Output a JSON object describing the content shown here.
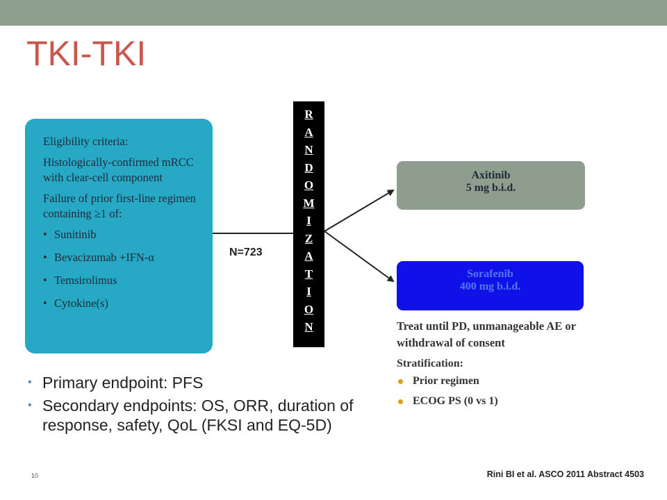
{
  "title": "TKI-TKI",
  "eligibility": {
    "heading": "Eligibility criteria:",
    "crit1": "Histologically-confirmed mRCC with clear-cell component",
    "crit2": "Failure of prior first-line regimen containing ≥1 of:",
    "items": [
      "Sunitinib",
      "Bevacizumab +IFN-α",
      "Temsirolimus",
      "Cytokine(s)"
    ]
  },
  "randomization": [
    "R",
    "A",
    "N",
    "D",
    "O",
    "M",
    "I",
    "Z",
    "A",
    "T",
    "I",
    "O",
    "N"
  ],
  "n_label": "N=723",
  "arms": [
    {
      "line1": "Axitinib",
      "line2": "5 mg b.i.d."
    },
    {
      "line1": "Sorafenib",
      "line2": "400 mg b.i.d."
    }
  ],
  "treat_text": "Treat until PD, unmanageable AE or withdrawal of consent",
  "stratification": {
    "heading": "Stratification:",
    "items": [
      "Prior regimen",
      "ECOG PS (0 vs 1)"
    ]
  },
  "endpoints": [
    "Primary endpoint: PFS",
    "Secondary endpoints: OS, ORR, duration of response, safety, QoL (FKSI and EQ-5D)"
  ],
  "page_number": "10",
  "citation": "Rini BI et al. ASCO 2011 Abstract 4503",
  "colors": {
    "topbar": "#8fa08f",
    "title": "#c9574a",
    "eligibility_box": "#27a9c6",
    "axitinib_box": "#8e9d8e",
    "sorafenib_box": "#1010e8",
    "strat_bullet": "#d9a21c"
  }
}
